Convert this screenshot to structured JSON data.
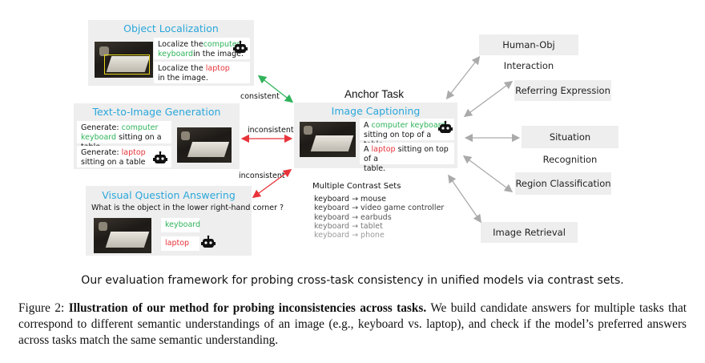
{
  "figure": {
    "object_localization": {
      "title": "Object Localization",
      "prompt1_prefix": "Localize the",
      "prompt1_highlight": "computer keyboard",
      "prompt1_suffix": "in the image.",
      "prompt2_prefix": "Localize the",
      "prompt2_highlight": "laptop",
      "prompt2_suffix": "in the image."
    },
    "text_to_image": {
      "title": "Text-to-Image Generation",
      "prompt1_prefix": "Generate:",
      "prompt1_highlight": "computer keyboard",
      "prompt1_suffix": "sitting on a table",
      "prompt2_prefix": "Generate:",
      "prompt2_highlight": "laptop",
      "prompt2_suffix": "sitting on a table"
    },
    "vqa": {
      "title": "Visual Question Answering",
      "question": "What is the object in the lower right-hand corner ?",
      "answer1": "keyboard",
      "answer2": "laptop"
    },
    "anchor": {
      "heading": "Anchor Task",
      "title": "Image Captioning",
      "caption1_prefix": "A",
      "caption1_highlight": "computer keyboard",
      "caption1_suffix": "sitting on top of a table.",
      "caption2_prefix": "A",
      "caption2_highlight": "laptop",
      "caption2_suffix": "sitting on top of a table."
    },
    "arrow_labels": {
      "consistent": "consistent",
      "inconsistent1": "inconsistent",
      "inconsistent2": "inconsistent"
    },
    "contrast_sets": {
      "heading": "Multiple Contrast Sets",
      "items": [
        "keyboard → mouse",
        "keyboard → video game controller",
        "keyboard → earbuds",
        "keyboard → tablet",
        "keyboard → phone"
      ],
      "colors": [
        "#222222",
        "#3a3a3a",
        "#555555",
        "#777777",
        "#999999"
      ]
    },
    "tasks": [
      "Human-Obj Interaction",
      "Referring Expression",
      "Situation Recognition",
      "Region Classification",
      "Image Retrieval"
    ],
    "figure_subtitle": "Our evaluation framework for probing cross-task consistency in unified models via contrast sets."
  },
  "caption": {
    "label": "Figure 2:",
    "bold": "Illustration of our method for probing inconsistencies across tasks.",
    "body": " We build candidate answers for multiple tasks that correspond to different semantic understandings of an image (e.g., keyboard vs. laptop), and check if the model’s preferred answers across tasks match the same semantic understanding."
  },
  "colors": {
    "title_blue": "#2aa7db",
    "green": "#2fb35a",
    "red": "#e8333a",
    "panel_gray": "#eeeeee"
  },
  "icons": [
    "robot-icon",
    "arrow-icon"
  ]
}
